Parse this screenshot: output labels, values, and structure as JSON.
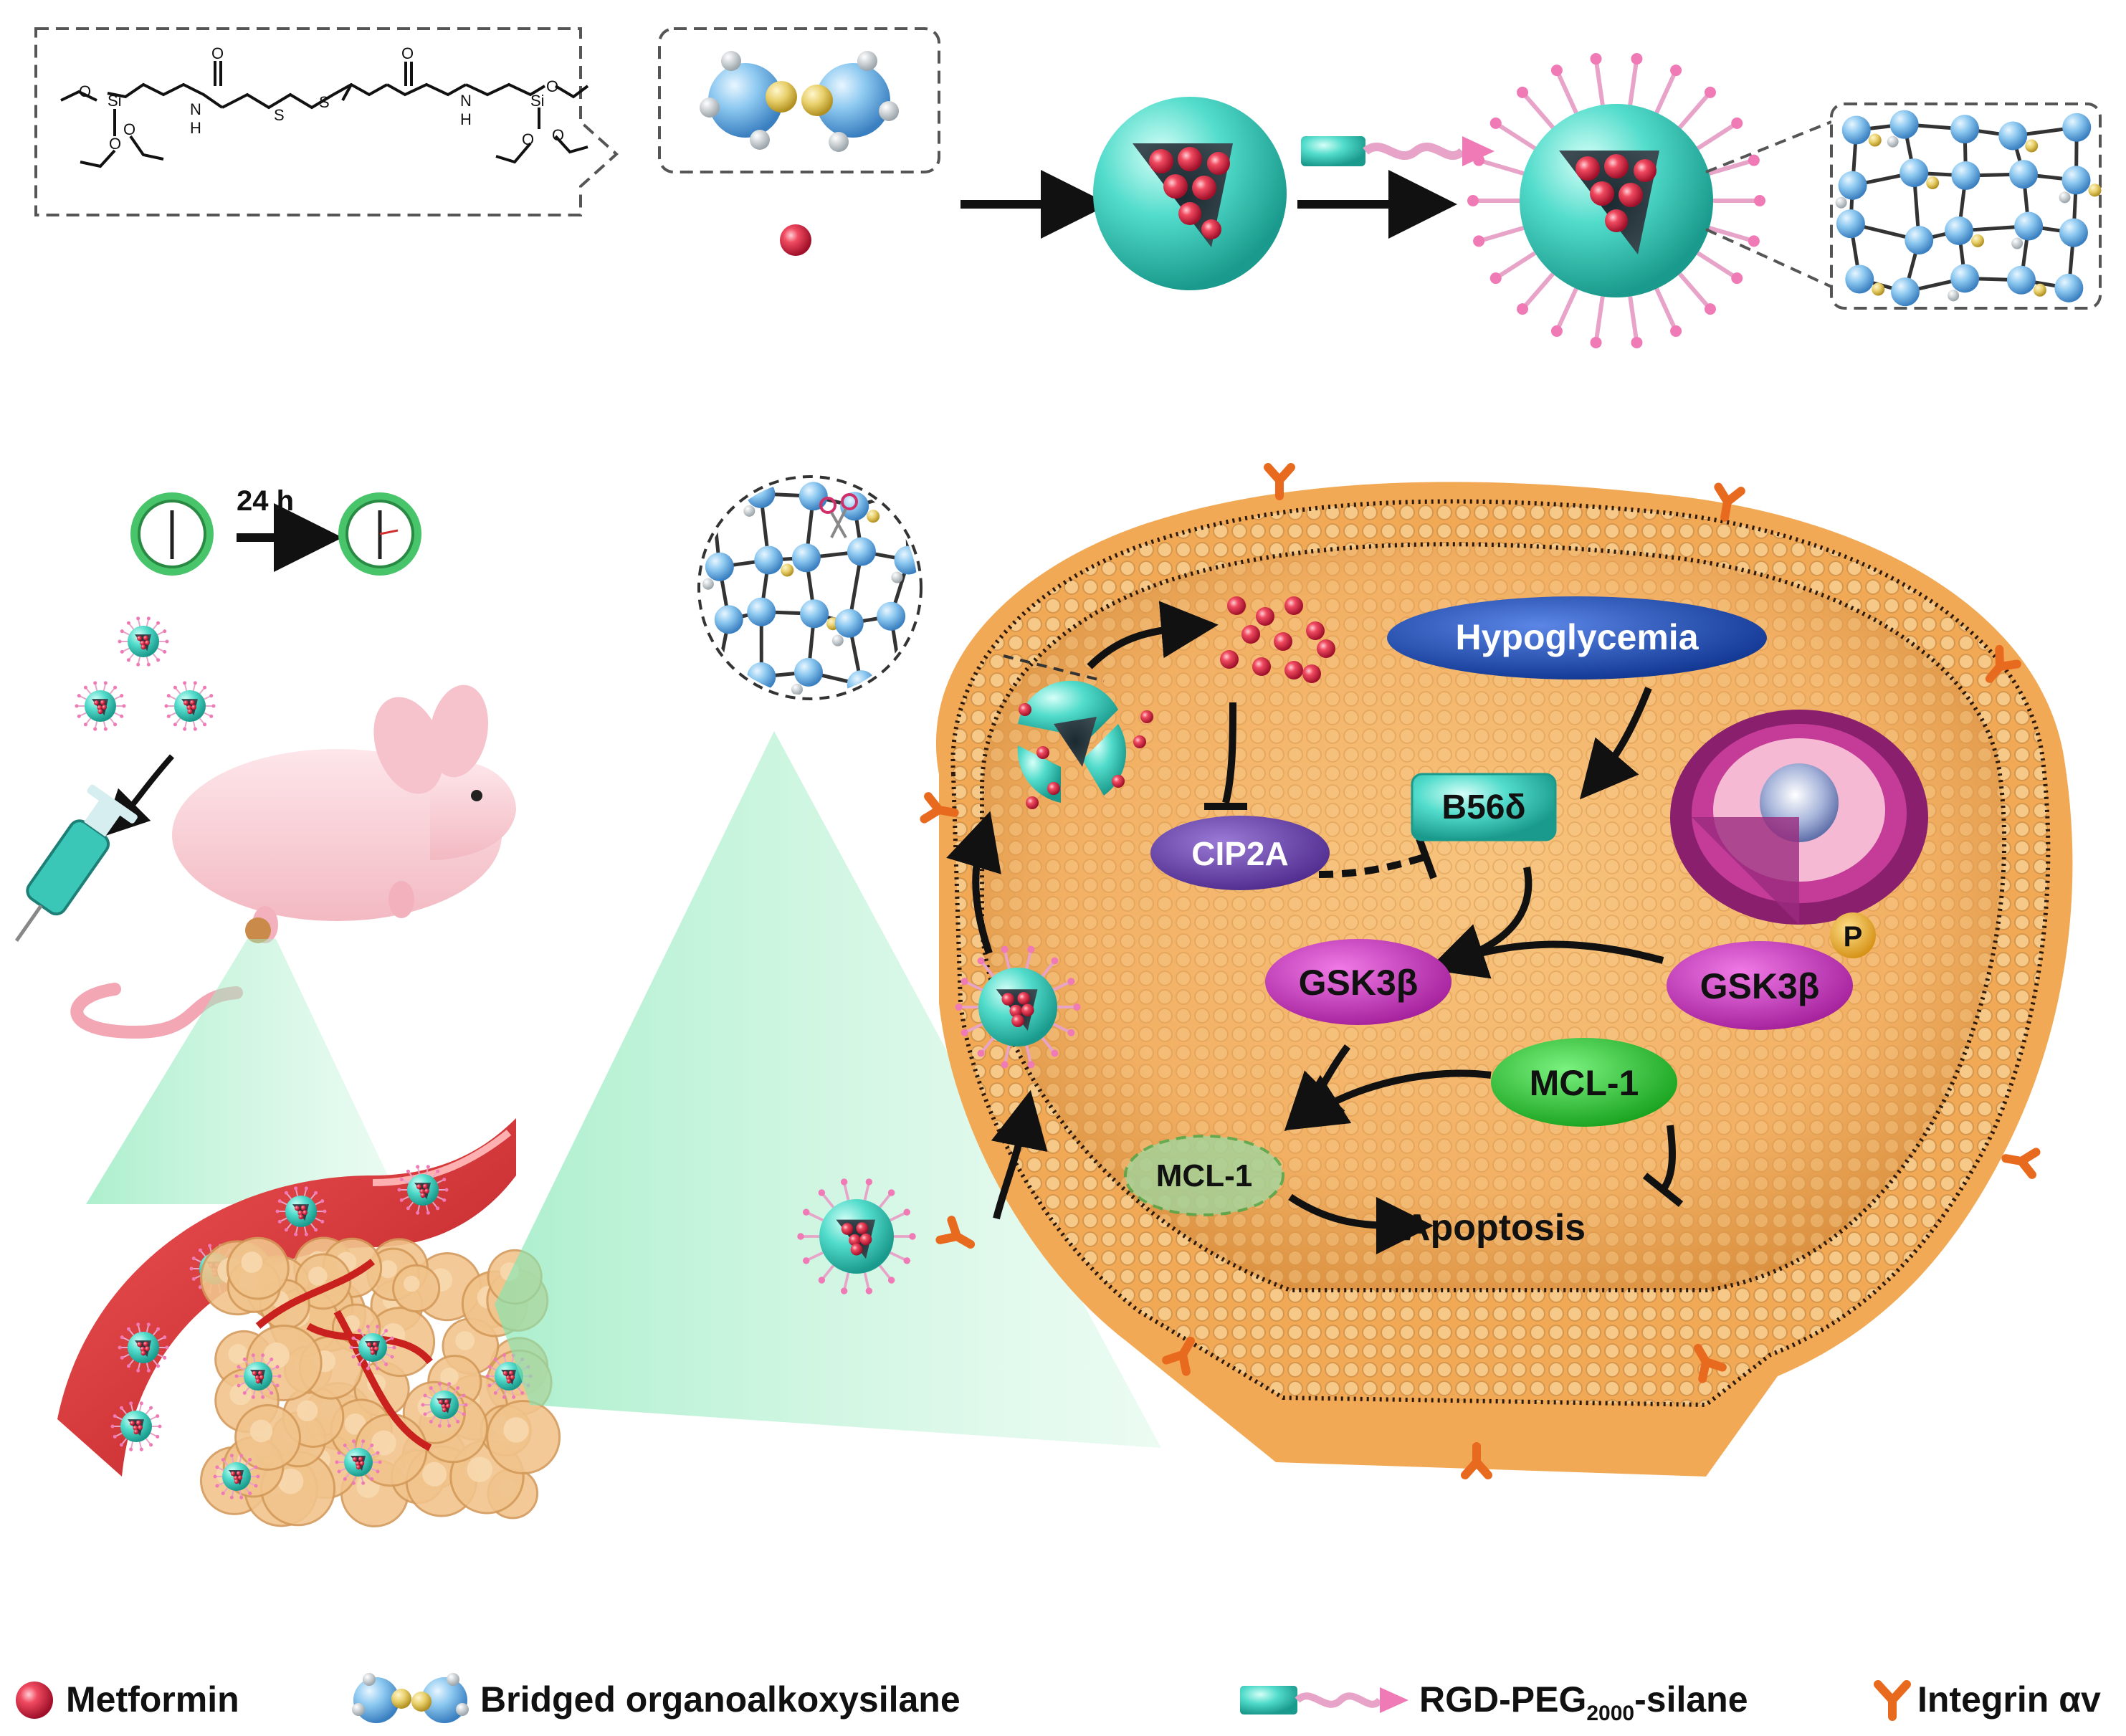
{
  "colors": {
    "metformin": "#e8324a",
    "particle_shell": "#40d6c4",
    "cell_body": "#f4b971",
    "vessel": "#d93a3a",
    "hypoglycemia": "#1e4fb8",
    "cip2a": "#6a45a8",
    "b56d": "#5ee0d2",
    "gsk3b": "#c83ac0",
    "mcl1_active": "#22c52a",
    "mcl1_degraded": "#9cd8a0",
    "phospho": "#e9a826",
    "integrin": "#e86a1e"
  },
  "structure": {
    "atoms": [
      "O",
      "Si",
      "O",
      "O",
      "N",
      "H",
      "O",
      "S",
      "S",
      "O",
      "N",
      "H",
      "Si",
      "O",
      "O",
      "O"
    ]
  },
  "timeline": {
    "interval": "24 h"
  },
  "pathway": {
    "hypoglycemia": "Hypoglycemia",
    "plus": "+",
    "cip2a": "CIP2A",
    "b56d": "B56δ",
    "gsk3b": "GSK3β",
    "gsk3b_p": "GSK3β",
    "phospho": "P",
    "mcl1": "MCL-1",
    "mcl1_degraded": "MCL-1",
    "apoptosis": "Apoptosis"
  },
  "legend": {
    "metformin": "Metformin",
    "bridged": "Bridged organoalkoxysilane",
    "rgd_prefix": "RGD-PEG",
    "rgd_sub": "2000",
    "rgd_suffix": "-silane",
    "integrin": "Integrin αv"
  }
}
